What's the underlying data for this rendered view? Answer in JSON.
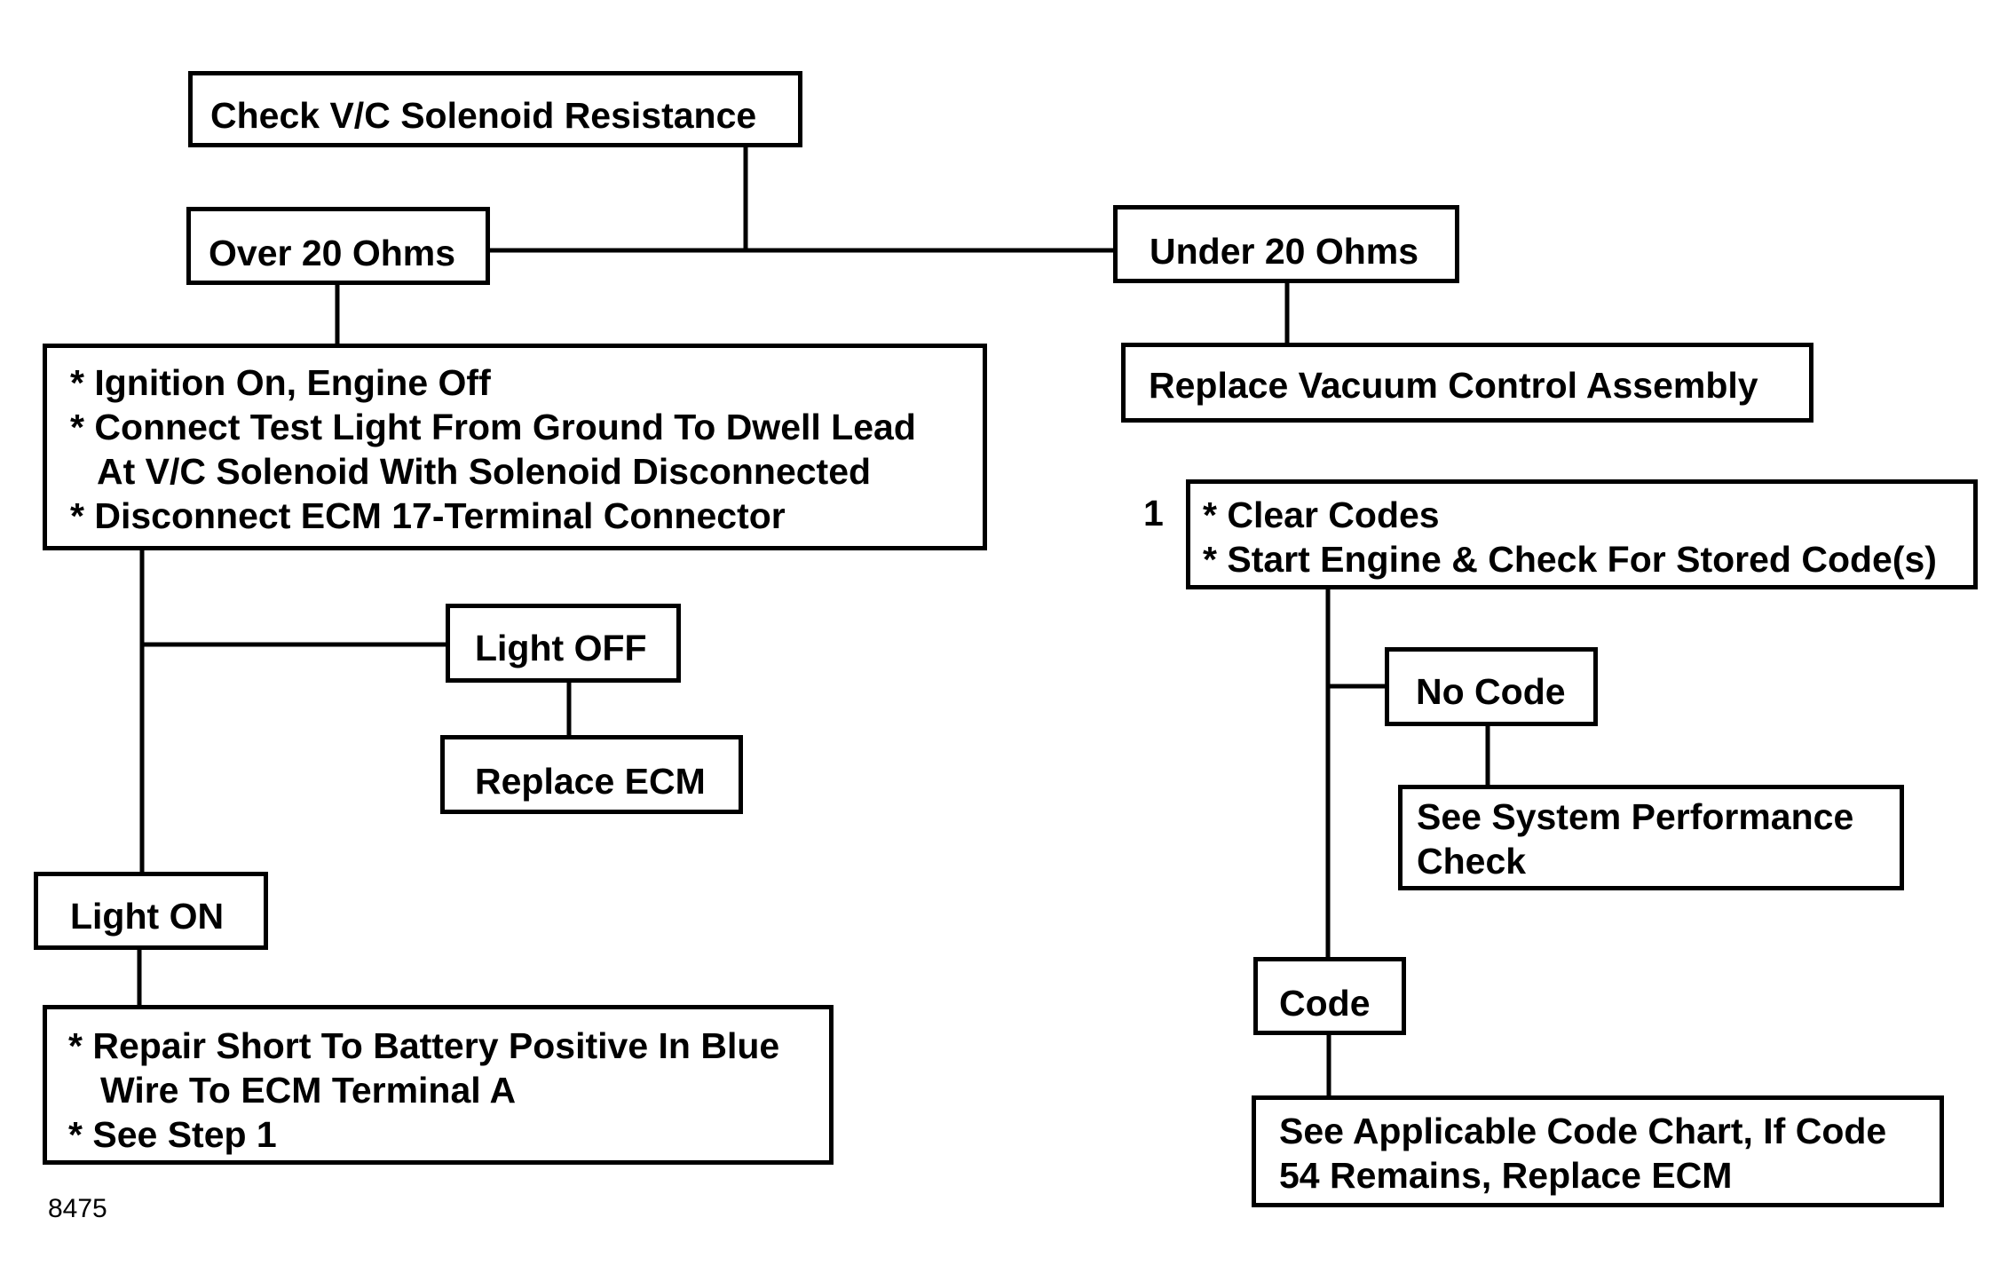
{
  "diagram": {
    "nodes": {
      "check_vc": {
        "lines": [
          "Check V/C Solenoid Resistance"
        ]
      },
      "over20": {
        "lines": [
          "Over 20 Ohms"
        ]
      },
      "under20": {
        "lines": [
          "Under 20 Ohms"
        ]
      },
      "replace_vacuum": {
        "lines": [
          "Replace Vacuum Control Assembly"
        ]
      },
      "ignition_steps": {
        "lines": [
          "* Ignition On, Engine Off",
          "* Connect Test Light From Ground To Dwell Lead",
          "At V/C Solenoid With Solenoid Disconnected",
          "* Disconnect ECM 17-Terminal Connector"
        ]
      },
      "light_off": {
        "lines": [
          "Light OFF"
        ]
      },
      "replace_ecm": {
        "lines": [
          "Replace ECM"
        ]
      },
      "light_on": {
        "lines": [
          "Light ON"
        ]
      },
      "repair_short": {
        "lines": [
          "* Repair Short To Battery Positive In Blue",
          "Wire To ECM Terminal A",
          "* See Step 1"
        ]
      },
      "clear_codes": {
        "lines": [
          "* Clear Codes",
          "* Start Engine & Check For Stored Code(s)"
        ]
      },
      "no_code": {
        "lines": [
          "No Code"
        ]
      },
      "system_perf": {
        "lines": [
          "See System Performance",
          "Check"
        ]
      },
      "code": {
        "lines": [
          "Code"
        ]
      },
      "code_chart": {
        "lines": [
          "See Applicable Code Chart, If Code",
          "54 Remains, Replace ECM"
        ]
      }
    },
    "step_label": "1",
    "figure_number": "8475"
  }
}
